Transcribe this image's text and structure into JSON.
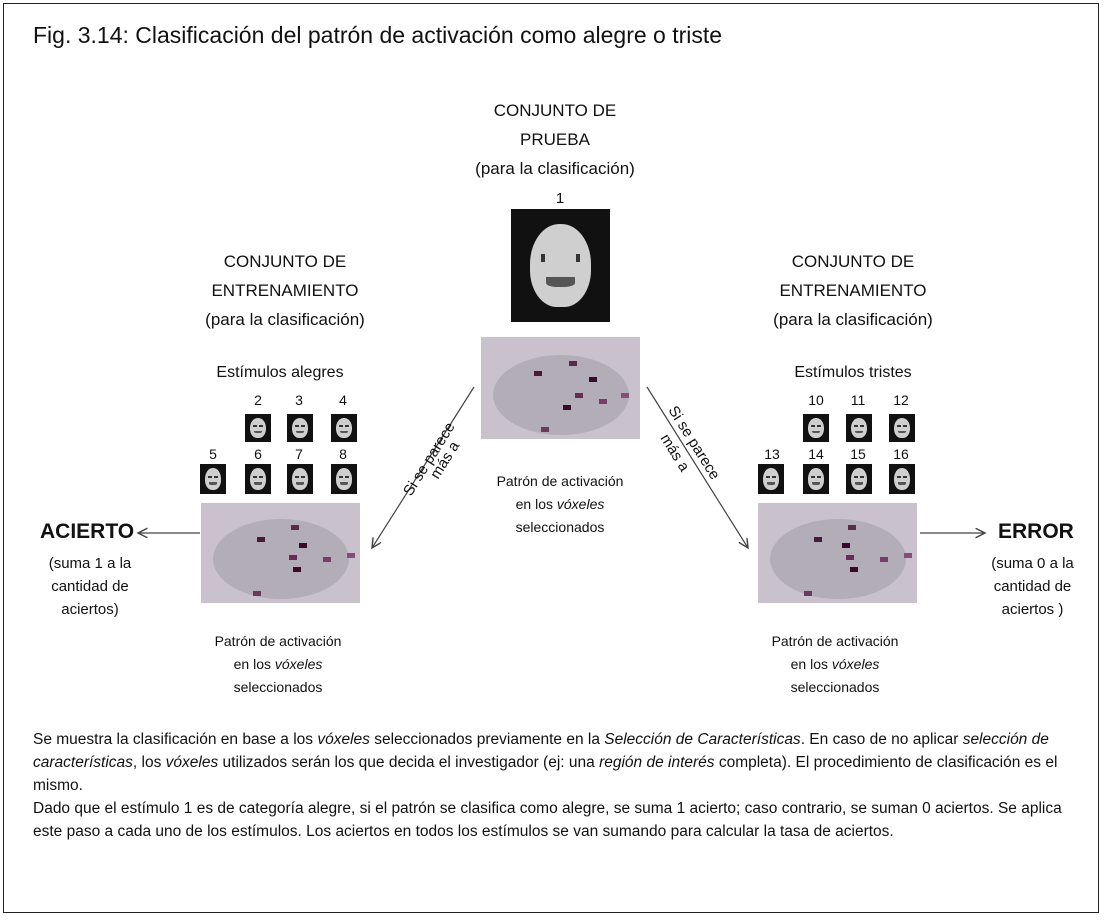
{
  "title": "Fig. 3.14: Clasificación del patrón de activación como alegre o triste",
  "test_set": {
    "line1": "CONJUNTO DE",
    "line2": "PRUEBA",
    "line3": "(para la clasificación)",
    "stimulus_number": "1",
    "pattern_line1": "Patrón de activación",
    "pattern_line2_pre": "en los ",
    "pattern_line2_em": "vóxeles",
    "pattern_line3": "seleccionados"
  },
  "train_left": {
    "line1": "CONJUNTO DE",
    "line2": "ENTRENAMIENTO",
    "line3": "(para la clasificación)",
    "group_label": "Estímulos alegres",
    "numbers_top": [
      "2",
      "3",
      "4"
    ],
    "numbers_bottom": [
      "5",
      "6",
      "7",
      "8"
    ],
    "pattern_line1": "Patrón de activación",
    "pattern_line2_pre": "en los ",
    "pattern_line2_em": "vóxeles",
    "pattern_line3": "seleccionados"
  },
  "train_right": {
    "line1": "CONJUNTO DE",
    "line2": "ENTRENAMIENTO",
    "line3": "(para la clasificación)",
    "group_label": "Estímulos tristes",
    "numbers_top": [
      "10",
      "11",
      "12"
    ],
    "numbers_bottom": [
      "13",
      "14",
      "15",
      "16"
    ],
    "pattern_line1": "Patrón de activación",
    "pattern_line2_pre": "en los ",
    "pattern_line2_em": "vóxeles",
    "pattern_line3": "seleccionados"
  },
  "arrow_labels": {
    "left_line1": "Si se parece",
    "left_line2": "más a",
    "right_line1": "Si se parece",
    "right_line2": "más a"
  },
  "outcome_left": {
    "label": "ACIERTO",
    "note1": "(suma 1 a la",
    "note2": "cantidad de",
    "note3": "aciertos)"
  },
  "outcome_right": {
    "label": "ERROR",
    "note1": "(suma 0 a la",
    "note2": "cantidad de",
    "note3": "aciertos )"
  },
  "caption": {
    "p1_a": "Se muestra la  clasificación en base a los ",
    "p1_b": "vóxeles",
    "p1_c": " seleccionados previamente en la ",
    "p1_d": "Selección de Características",
    "p1_e": ". En caso de no aplicar ",
    "p1_f": "selección de características",
    "p1_g": ", los ",
    "p1_h": "vóxeles",
    "p1_i": " utilizados serán los que decida el investigador (ej: una ",
    "p1_j": "región de interés",
    "p1_k": " completa). El procedimiento de clasificación es el mismo.",
    "p2": "Dado que el estímulo 1 es de categoría alegre, si el patrón se clasifica como alegre, se suma 1 acierto; caso contrario, se suman 0 aciertos. Se aplica este paso a cada uno de los estímulos. Los aciertos en todos los estímulos se van sumando para calcular la tasa de aciertos."
  }
}
